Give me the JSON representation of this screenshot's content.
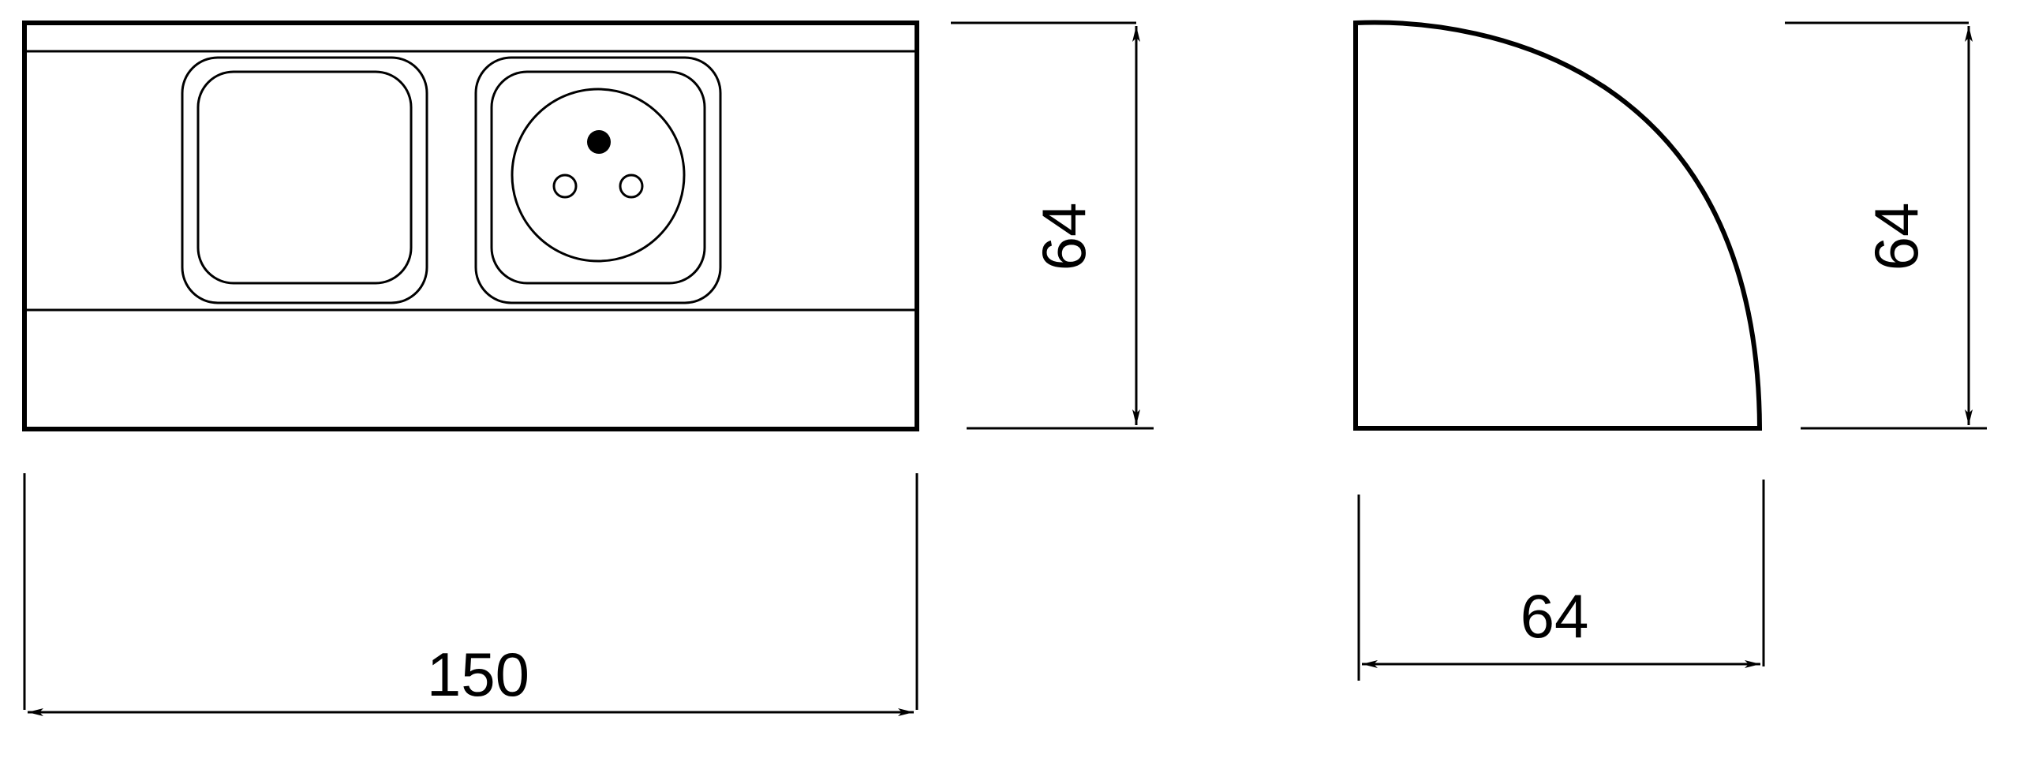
{
  "diagram": {
    "dimensions": {
      "front_width": "150",
      "front_height": "64",
      "side_width": "64",
      "side_height": "64"
    },
    "colors": {
      "line": "#000000",
      "background": "#ffffff"
    },
    "components": [
      {
        "name": "switch-module-icon"
      },
      {
        "name": "power-socket-icon"
      }
    ]
  }
}
